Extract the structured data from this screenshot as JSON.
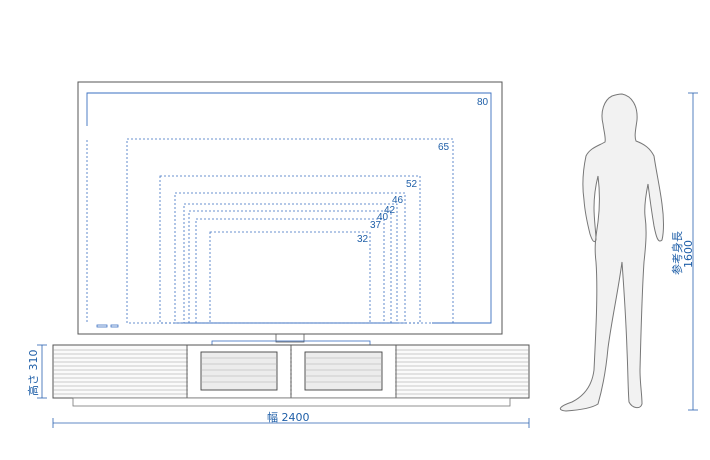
{
  "colors": {
    "dimension": "#2b63b0",
    "outline": "#555555",
    "guide": "#3a6fc0",
    "figure_fill": "#f2f2f2",
    "figure_stroke": "#777777"
  },
  "tv_sizes": [
    "80",
    "65",
    "52",
    "46",
    "42",
    "40",
    "37",
    "32"
  ],
  "dimensions": {
    "width_label": "幅 2400",
    "height_label": "高さ 310",
    "reference_height_label": "参考身長",
    "reference_height_value": "1600"
  },
  "icons": {
    "figure": "person-silhouette-icon"
  }
}
